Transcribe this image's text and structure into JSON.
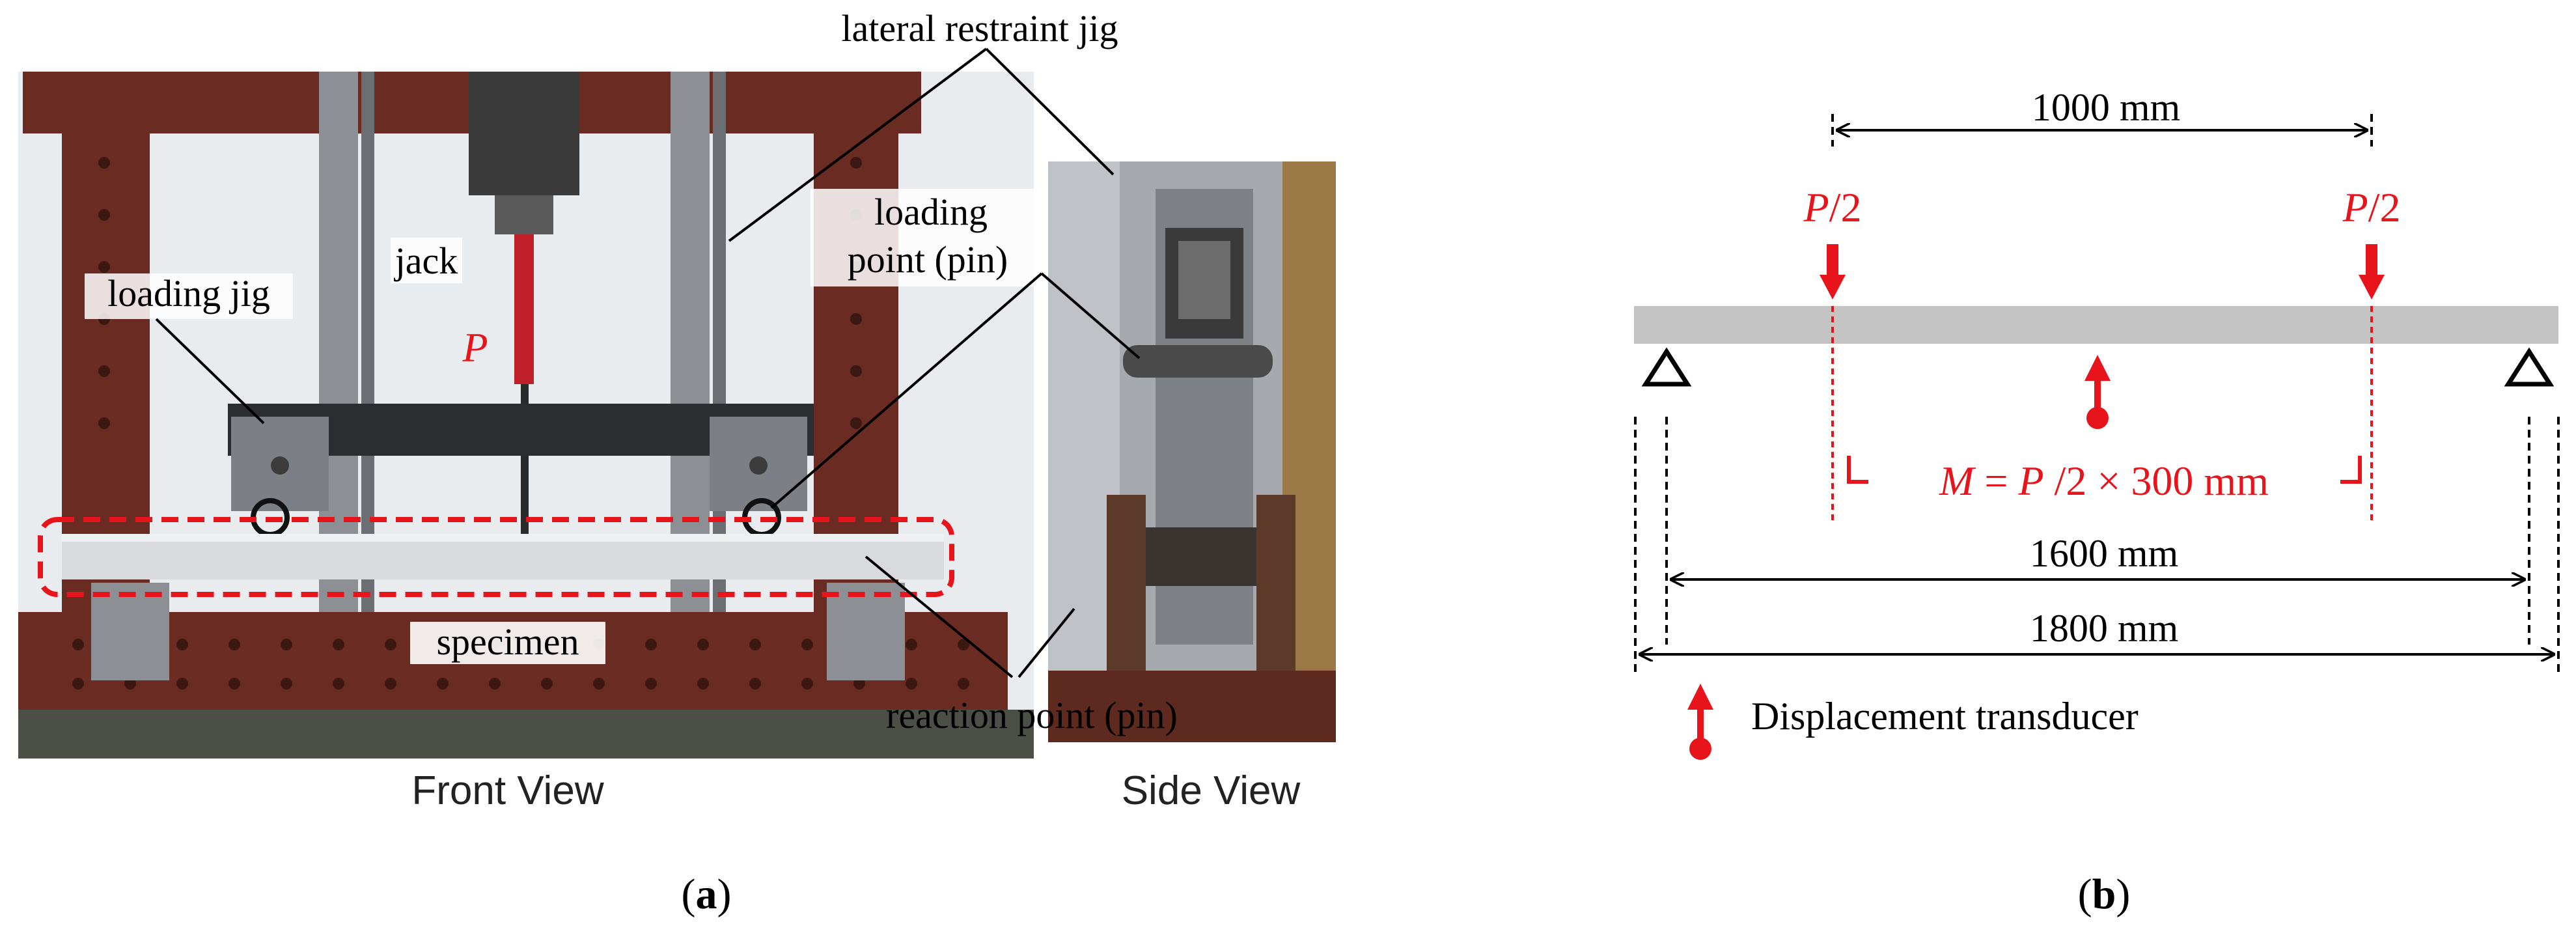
{
  "panel_a": {
    "labels": {
      "lateral_restraint_jig": "lateral restraint jig",
      "jack": "jack",
      "jack_load": "P",
      "loading_jig": "loading jig",
      "loading_point_line1": "loading",
      "loading_point_line2": "point (pin)",
      "specimen": "specimen",
      "reaction_point": "reaction point (pin)"
    },
    "views": {
      "front": "Front View",
      "side": "Side View"
    },
    "caption_open": "(",
    "caption_letter": "a",
    "caption_close": ")"
  },
  "panel_b": {
    "loads": {
      "left_p": "P",
      "left_div": "/2",
      "right_p": "P",
      "right_div": "/2"
    },
    "dims": {
      "load_span": "1000 mm",
      "support_span": "1600 mm",
      "total_length": "1800 mm"
    },
    "moment": {
      "m": "M",
      "eq": " = ",
      "p": "P",
      "rest": " /2  × 300 mm"
    },
    "legend": "Displacement transducer",
    "caption_open": "(",
    "caption_letter": "b",
    "caption_close": ")"
  },
  "colors": {
    "load_red": "#e8141b",
    "beam_gray": "#c4c4c4",
    "dashed_box": "#e8141b",
    "frame_rust": "#6a2b22",
    "steel": "#8c8f94"
  }
}
